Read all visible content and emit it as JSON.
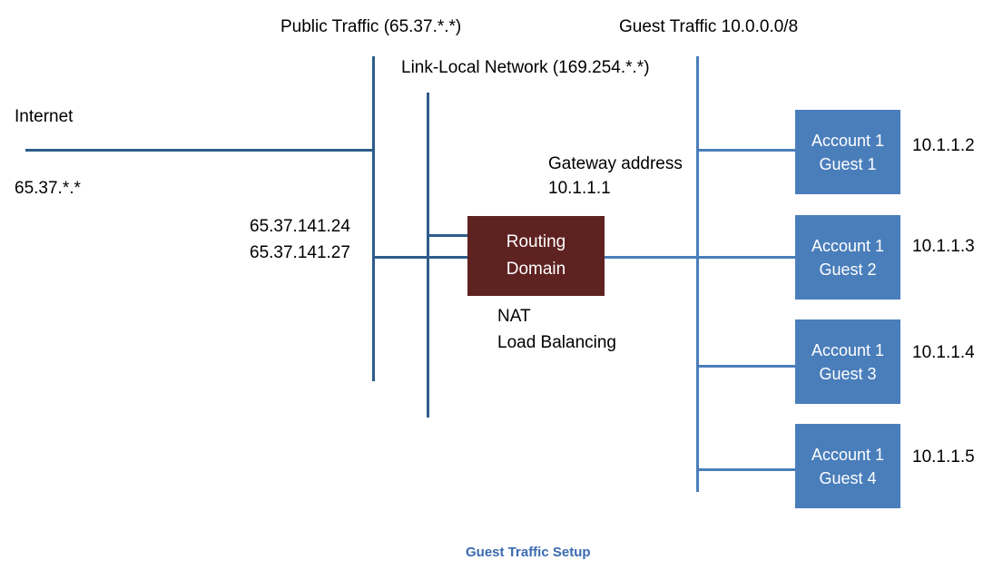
{
  "diagram": {
    "caption": "Guest Traffic Setup",
    "colors": {
      "line": "#2E5C8A",
      "line_light": "#4A7EBB",
      "guest_box": "#4A7EBB",
      "router_box": "#5E2220",
      "caption": "#3A6BB0",
      "text": "#000000"
    },
    "labels": {
      "public_traffic": "Public Traffic (65.37.*.*)",
      "guest_traffic": "Guest Traffic 10.0.0.0/8",
      "link_local": "Link-Local Network (169.254.*.*)",
      "internet": "Internet",
      "internet_subnet": "65.37.*.*",
      "public_ip_1": "65.37.141.24",
      "public_ip_2": "65.37.141.27",
      "gateway_title": "Gateway address",
      "gateway_ip": "10.1.1.1",
      "nat": "NAT",
      "load_balancing": "Load Balancing"
    },
    "router": {
      "line1": "Routing",
      "line2": "Domain"
    },
    "guests": [
      {
        "line1": "Account 1",
        "line2": "Guest 1",
        "ip": "10.1.1.2"
      },
      {
        "line1": "Account 1",
        "line2": "Guest 2",
        "ip": "10.1.1.3"
      },
      {
        "line1": "Account 1",
        "line2": "Guest 3",
        "ip": "10.1.1.4"
      },
      {
        "line1": "Account 1",
        "line2": "Guest 4",
        "ip": "10.1.1.5"
      }
    ]
  }
}
